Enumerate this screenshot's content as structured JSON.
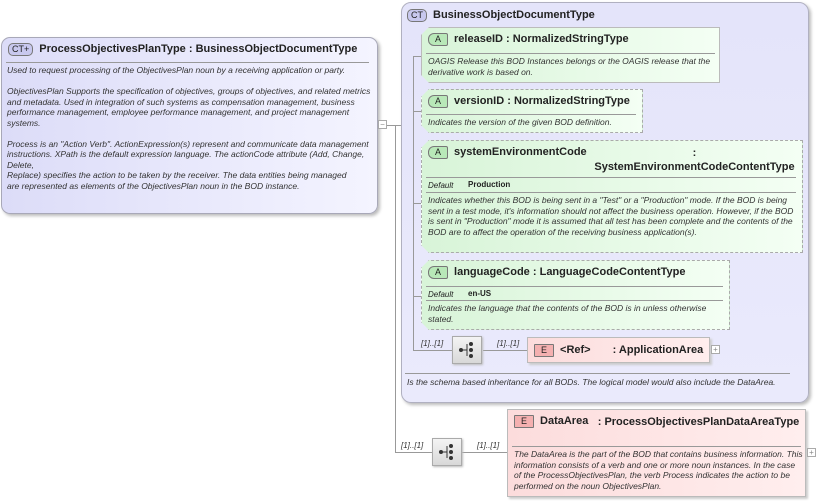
{
  "root": {
    "badge": "CT+",
    "name": "ProcessObjectivesPlanType",
    "base": ": BusinessObjectDocumentType",
    "description": "Used to request processing of the ObjectivesPlan noun by a receiving application or party.\n\nObjectivesPlan  Supports the specification of objectives, groups of objectives, and related metrics and metadata. Used in integration of such systems as compensation management, business performance management, employee performance management, and project management systems.\n\nProcess is an \"Action Verb\". ActionExpression(s) represent and communicate data management\ninstructions. XPath is the default expression language. The actionCode attribute (Add, Change, Delete,\nReplace) specifies the action to be taken by the receiver. The data entities being managed\nare represented as elements of the ObjectivesPlan noun in the BOD instance.",
    "collapse": "−"
  },
  "base_type": {
    "badge": "CT",
    "name": "BusinessObjectDocumentType",
    "description": "Is the schema based inheritance for all BODs. The logical model would also include the DataArea.",
    "attributes": [
      {
        "badge": "A",
        "name": "releaseID",
        "type": ": NormalizedStringType",
        "description": "OAGIS Release this BOD Instances belongs or the OAGIS release that the derivative work is based on."
      },
      {
        "badge": "A",
        "name": "versionID",
        "type": ": NormalizedStringType",
        "description": "Indicates the version of the given BOD definition."
      },
      {
        "badge": "A",
        "name": "systemEnvironmentCode",
        "type": ": SystemEnvironmentCodeContentType",
        "default_label": "Default",
        "default": "Production",
        "description": "Indicates whether this BOD is being sent in a \"Test\" or a \"Production\" mode. If the BOD is being sent in a test mode, it's information should not affect the business operation. However, if the BOD is sent in \"Production\" mode it is assumed that all test has been complete and the contents of the BOD are to affect the operation of the receiving business application(s)."
      },
      {
        "badge": "A",
        "name": "languageCode",
        "type": ": LanguageCodeContentType",
        "default_label": "Default",
        "default": "en-US",
        "description": "Indicates the language that the contents of the BOD is in unless otherwise stated."
      }
    ],
    "sequence": {
      "mult_in": "[1]..[1]",
      "mult_out": "[1]..[1]"
    },
    "application_area": {
      "badge": "E",
      "ref": "<Ref>",
      "name": ": ApplicationArea",
      "expand": "+"
    }
  },
  "data_area": {
    "mult_in": "[1]..[1]",
    "mult_out": "[1]..[1]",
    "badge": "E",
    "name": "DataArea",
    "type": ": ProcessObjectivesPlanDataAreaType",
    "description": "The DataArea is the part of the BOD that contains business information. This information consists of a verb and one or more noun instances. In the case of the ProcessObjectivesPlan, the verb Process indicates the action to be performed on the noun ObjectivesPlan.",
    "expand": "+"
  }
}
